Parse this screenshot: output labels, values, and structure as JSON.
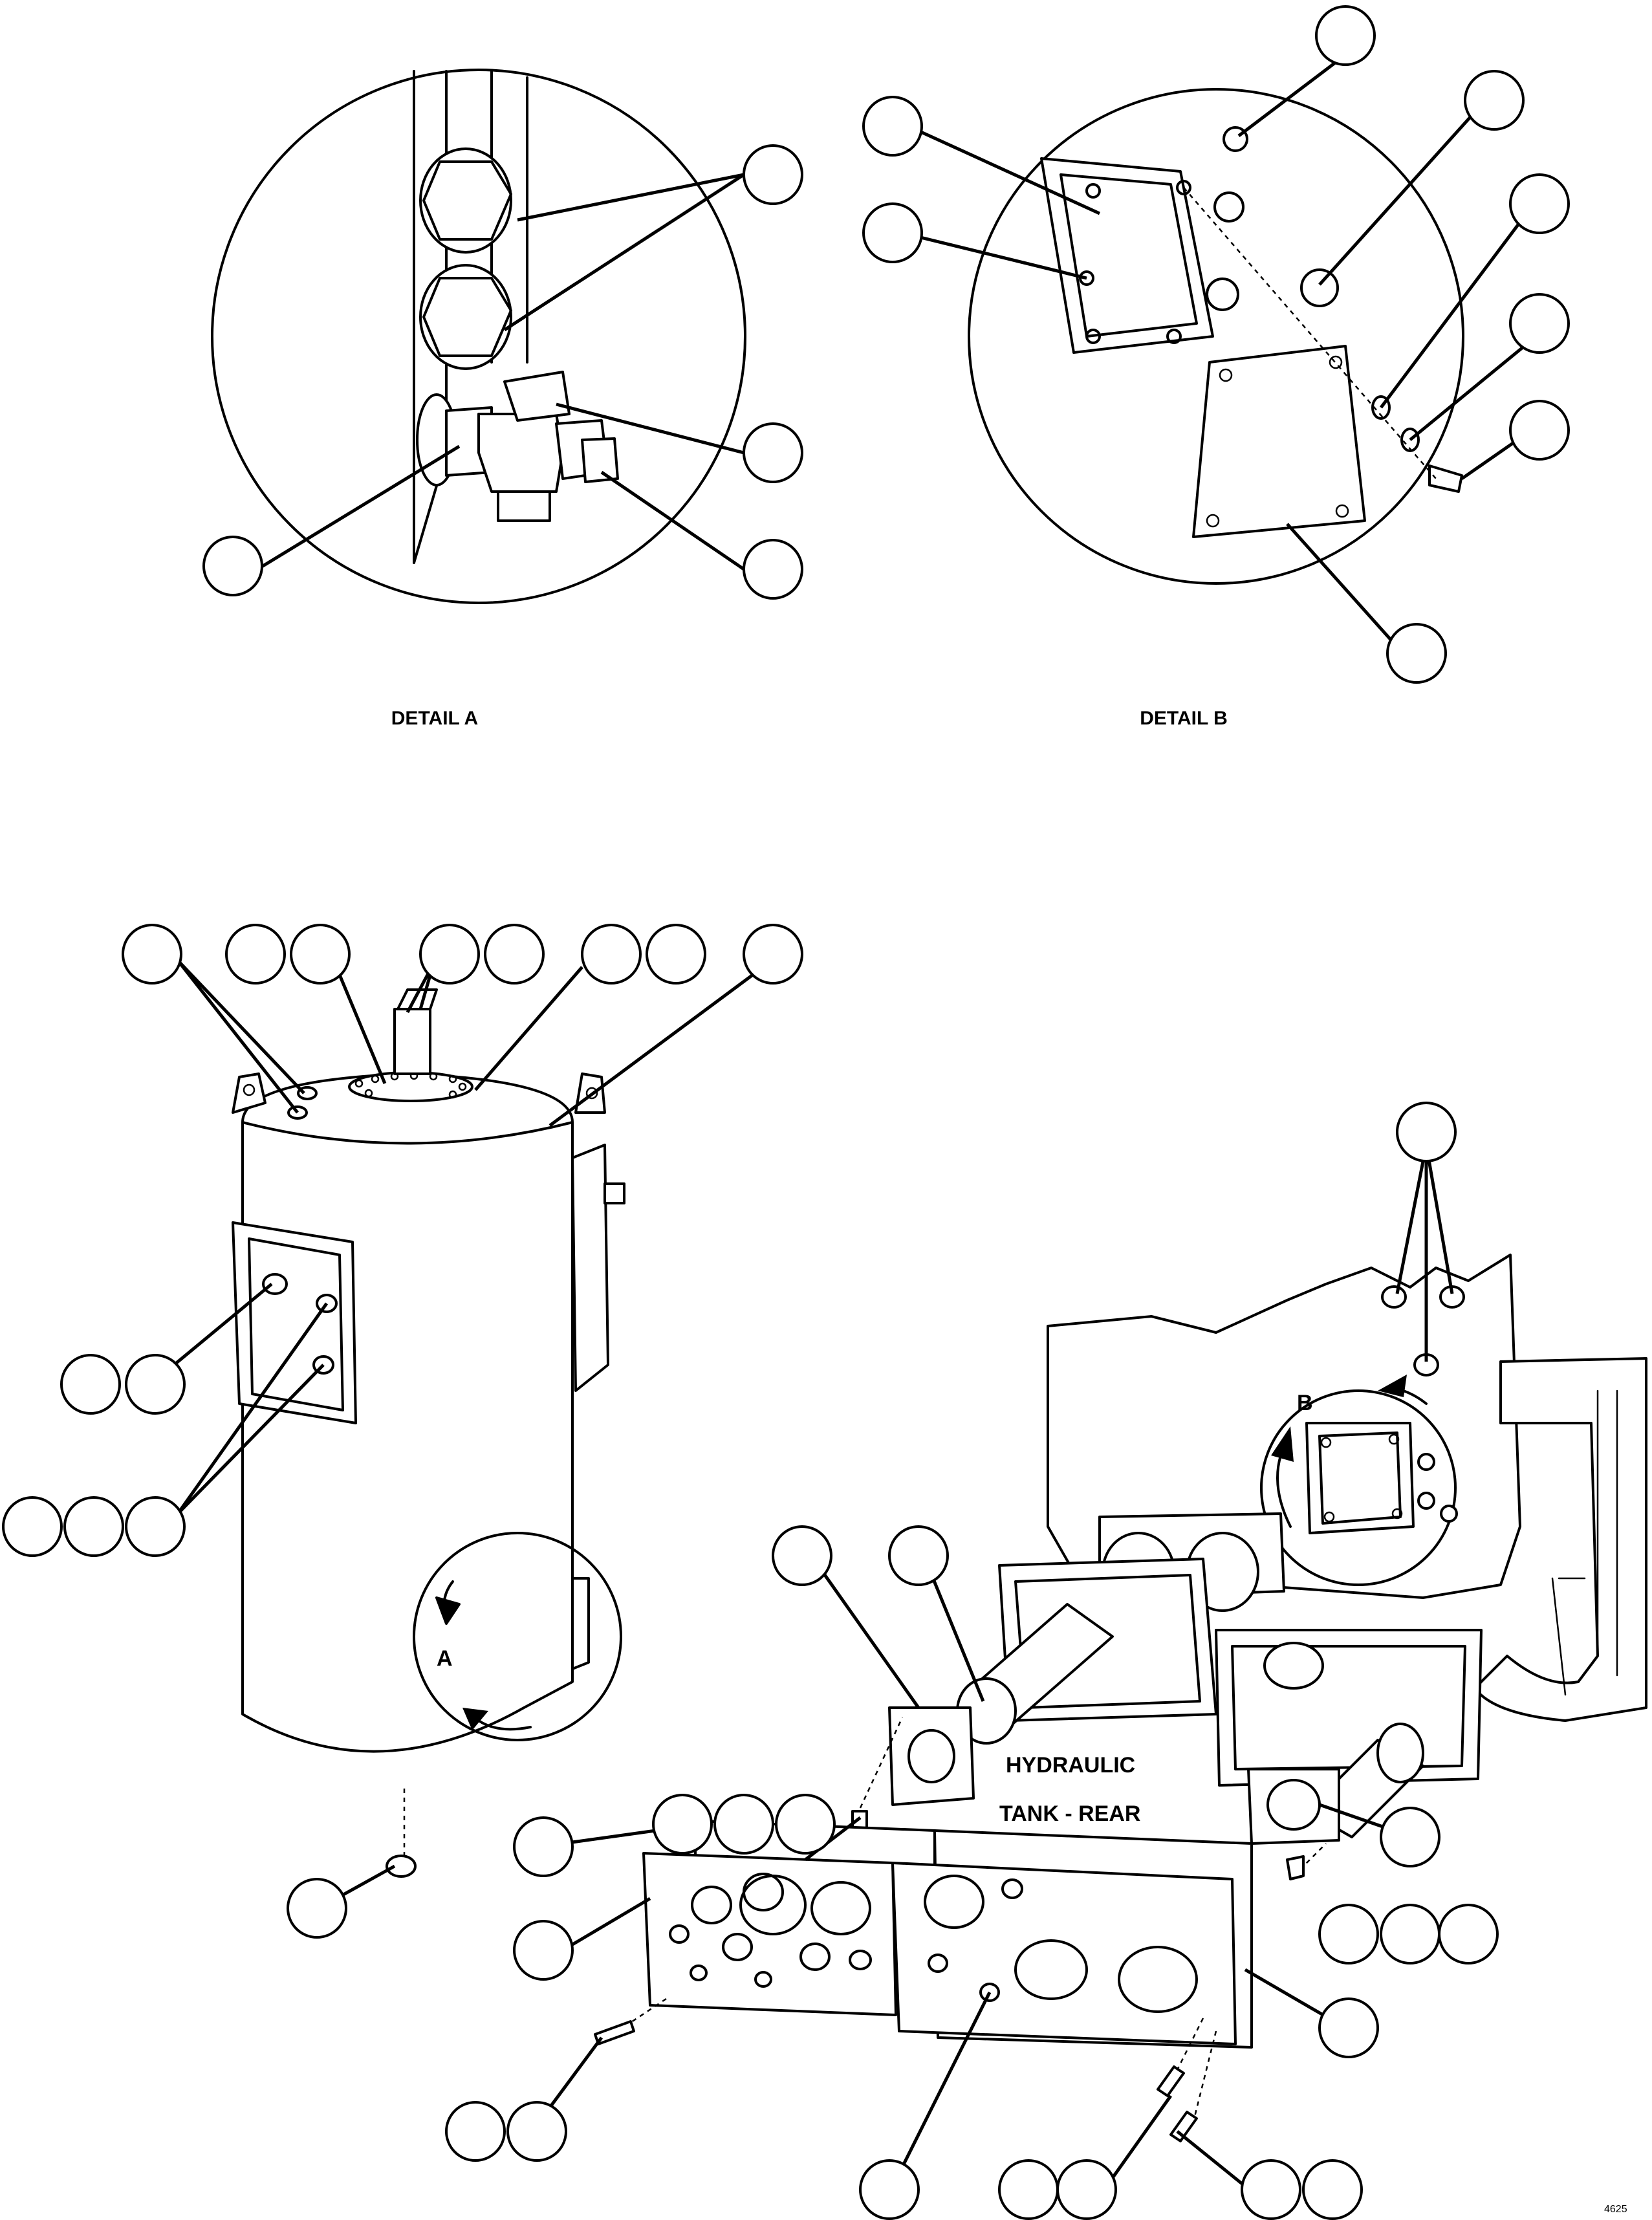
{
  "captions": {
    "detail_a": "DETAIL A",
    "detail_b": "DETAIL B",
    "tank_line1": "HYDRAULIC",
    "tank_line2": "TANK - REAR",
    "view_a": "A",
    "view_b": "B",
    "figure_id": "4625"
  }
}
